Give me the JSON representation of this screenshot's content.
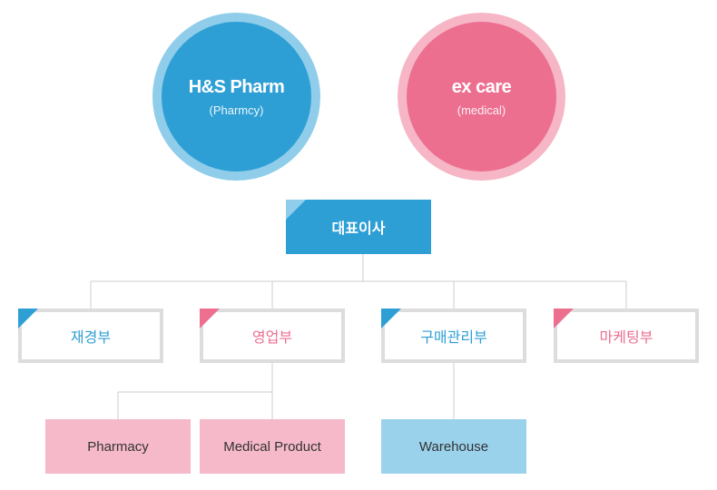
{
  "companies": [
    {
      "name": "H&S Pharm",
      "sub": "(Pharmcy)"
    },
    {
      "name": "ex care",
      "sub": "(medical)"
    }
  ],
  "ceo": {
    "label": "대표이사"
  },
  "departments": [
    {
      "label": "재경부",
      "accent": "blue"
    },
    {
      "label": "영업부",
      "accent": "pink"
    },
    {
      "label": "구매관리부",
      "accent": "blue"
    },
    {
      "label": "마케팅부",
      "accent": "pink"
    }
  ],
  "subunits": [
    {
      "label": "Pharmacy",
      "parent": "영업부"
    },
    {
      "label": "Medical Product",
      "parent": "영업부"
    },
    {
      "label": "Warehouse",
      "parent": "구매관리부"
    }
  ],
  "colors": {
    "blue": "#2e9fd5",
    "blue_ring": "#8fcdea",
    "blue_light": "#9ad2ec",
    "pink": "#ec6f90",
    "pink_ring": "#f6b6c6",
    "pink_light": "#f5b9ca",
    "corner_blue": "#8fcdea",
    "gray_border": "#dddddd",
    "line": "#cccccc"
  }
}
